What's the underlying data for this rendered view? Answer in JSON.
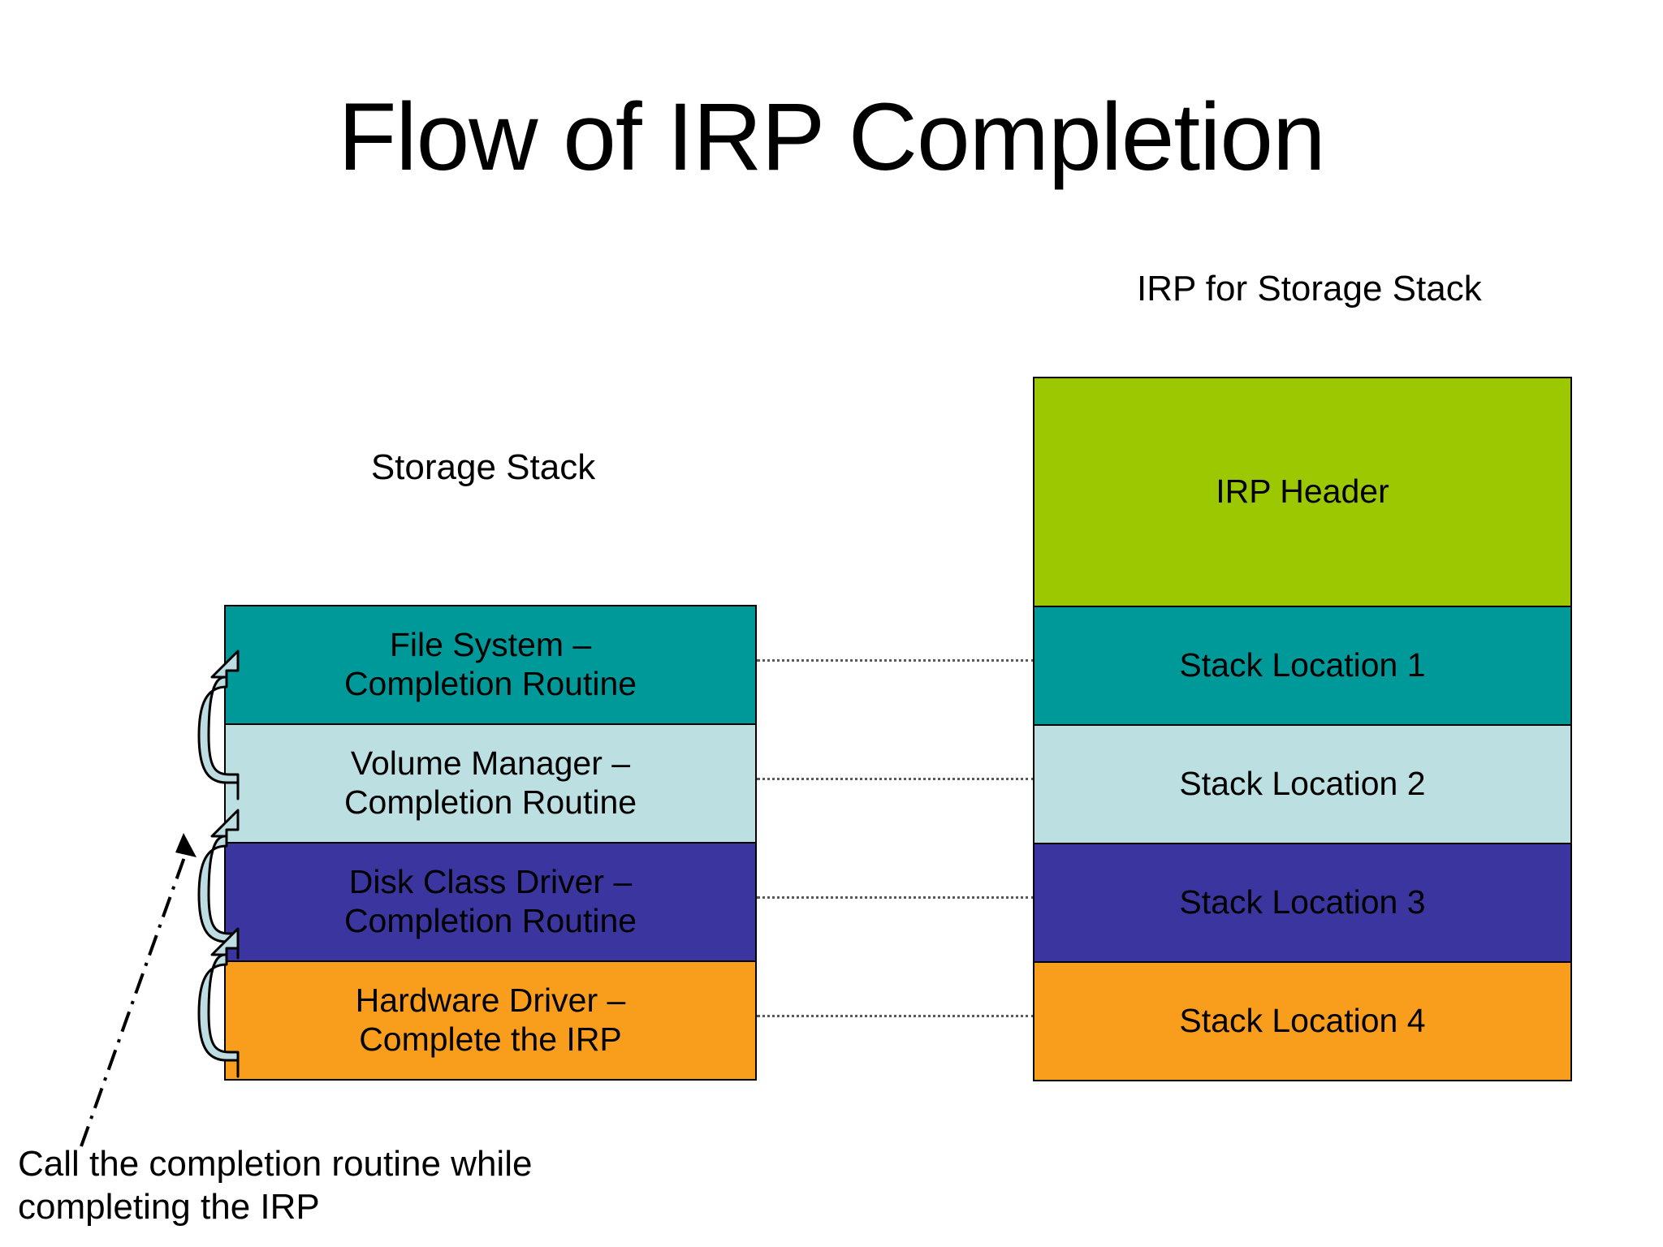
{
  "slide": {
    "title": "Flow of IRP Completion",
    "background": "#ffffff"
  },
  "captions": {
    "irp_column": "IRP for Storage Stack",
    "storage_column": "Storage Stack"
  },
  "colors": {
    "irp_header_green": "#9BC800",
    "teal": "#009999",
    "pale_blue": "#BCDFE2",
    "indigo": "#3B35A0",
    "orange": "#F99D1C",
    "arrow_fill": "#BDDDE3",
    "outline": "#000000",
    "connector": "#5a5a5a"
  },
  "storage_stack": {
    "label": "Storage Stack",
    "boxes": [
      {
        "label": "File System –\nCompletion Routine",
        "color": "#009999"
      },
      {
        "label": "Volume Manager  –\nCompletion Routine",
        "color": "#BCDFE2"
      },
      {
        "label": "Disk Class Driver –\nCompletion Routine",
        "color": "#3B35A0"
      },
      {
        "label": "Hardware Driver –\nComplete the IRP",
        "color": "#F99D1C"
      }
    ]
  },
  "irp_stack": {
    "label": "IRP for Storage Stack",
    "header": {
      "label": "IRP Header",
      "color": "#9BC800"
    },
    "locations": [
      {
        "label": "Stack Location 1",
        "color": "#009999"
      },
      {
        "label": "Stack Location 2",
        "color": "#BCDFE2"
      },
      {
        "label": "Stack Location 3",
        "color": "#3B35A0"
      },
      {
        "label": "Stack Location 4",
        "color": "#F99D1C"
      }
    ]
  },
  "annotation": {
    "callout_text": "Call the completion routine while completing the IRP"
  },
  "connectors": {
    "count": 4,
    "style": "dotted"
  },
  "arrows": {
    "count": 3,
    "style": "u-turn-up",
    "meaning": "completion routine invoked moving up the stack"
  }
}
